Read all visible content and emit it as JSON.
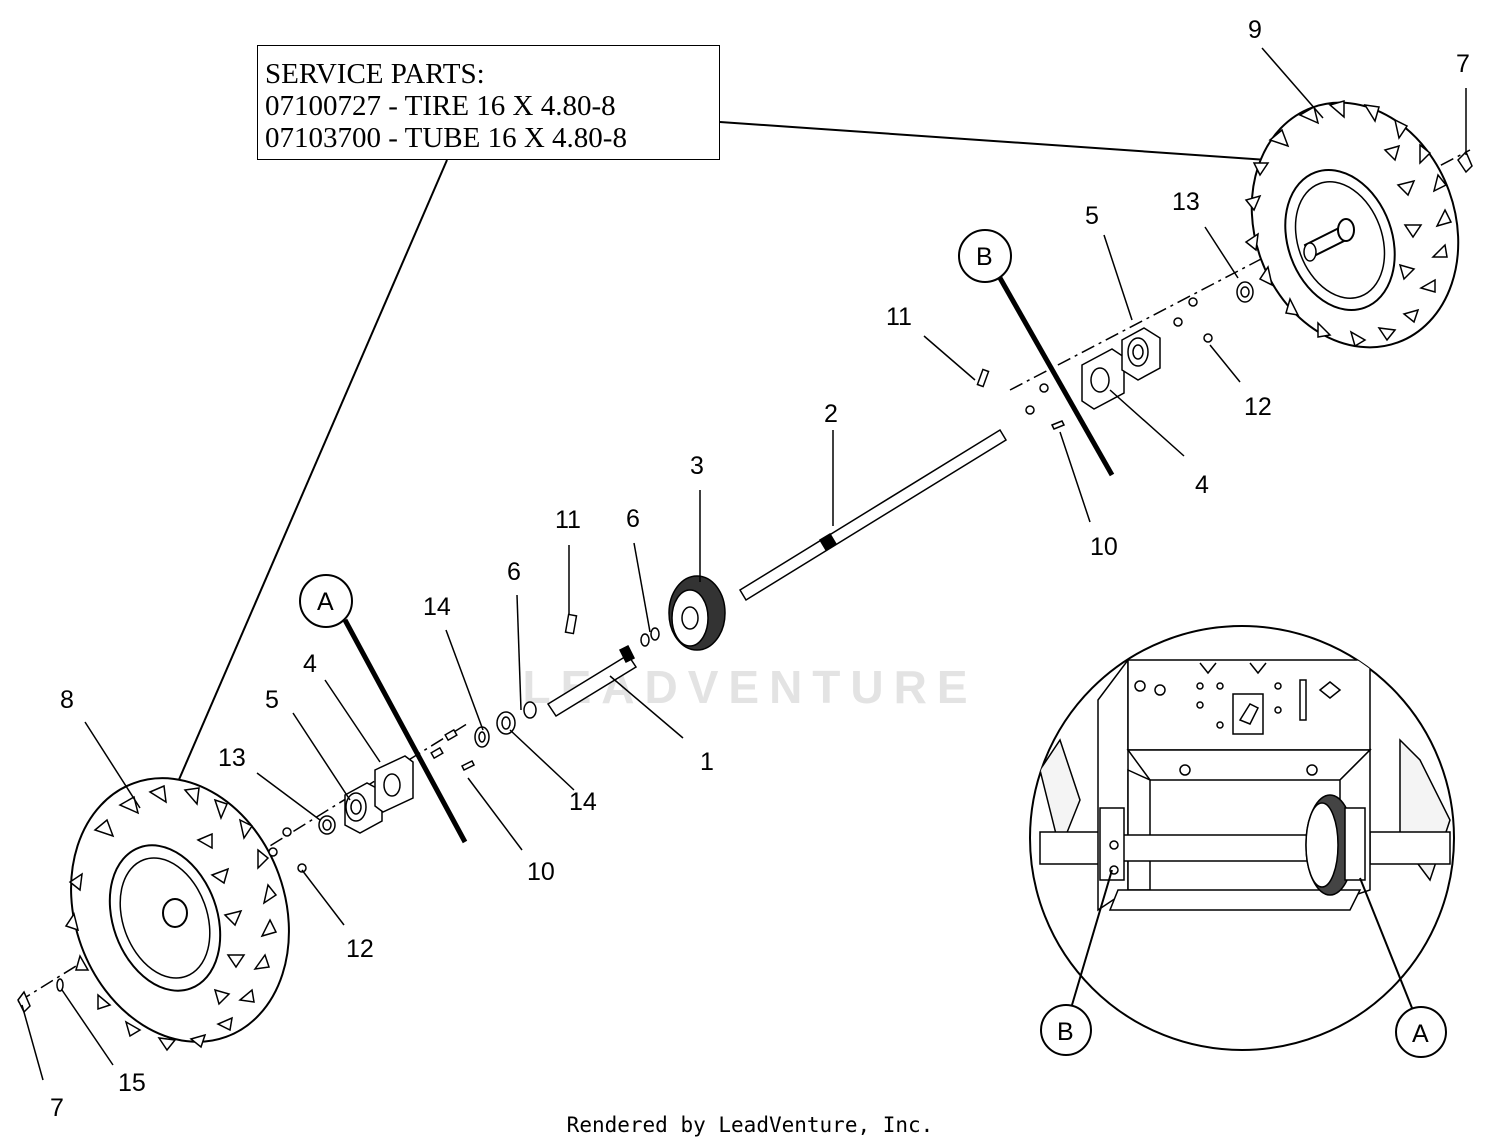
{
  "service_parts": {
    "heading": "SERVICE PARTS:",
    "lines": [
      "07100727 - TIRE 16 X 4.80-8",
      "07103700 - TUBE 16 X 4.80-8"
    ]
  },
  "callouts": {
    "c1": "1",
    "c2": "2",
    "c3": "3",
    "c4a": "4",
    "c4b": "4",
    "c5a": "5",
    "c5b": "5",
    "c6a": "6",
    "c6b": "6",
    "c7a": "7",
    "c7b": "7",
    "c8": "8",
    "c9": "9",
    "c10a": "10",
    "c10b": "10",
    "c11a": "11",
    "c11b": "11",
    "c12a": "12",
    "c12b": "12",
    "c13a": "13",
    "c13b": "13",
    "c14a": "14",
    "c14b": "14",
    "c15": "15"
  },
  "markers": {
    "A1": "A",
    "B1": "B",
    "A2": "A",
    "B2": "B"
  },
  "watermark": "LEADVENTURE",
  "footer": "Rendered by LeadVenture, Inc."
}
